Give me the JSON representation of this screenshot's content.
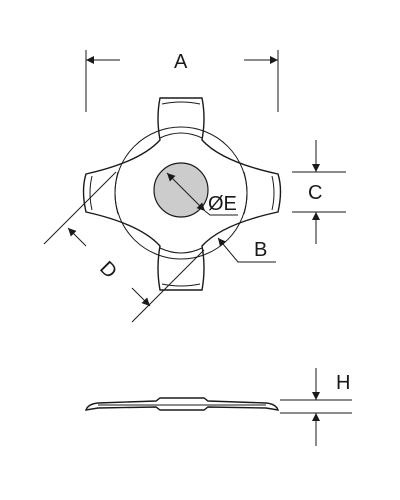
{
  "labels": {
    "A": "A",
    "B": "B",
    "C": "C",
    "D": "D",
    "E": "ØE",
    "H": "H"
  },
  "colors": {
    "line": "#1a1a1a",
    "hole_fill": "#cccccc",
    "background": "#ffffff"
  }
}
